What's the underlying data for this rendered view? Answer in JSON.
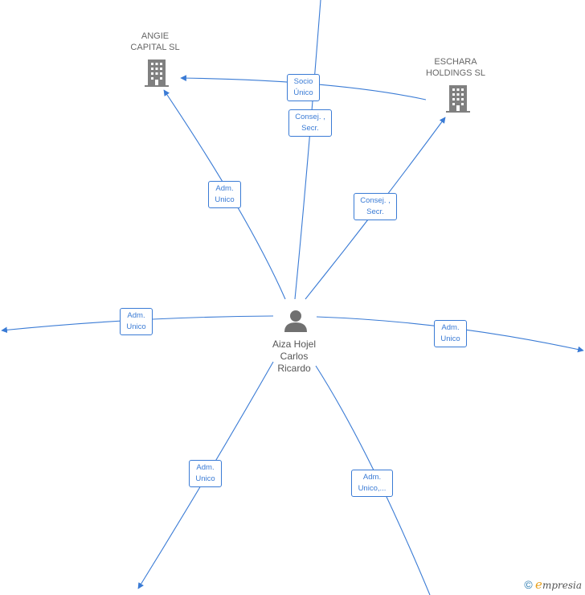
{
  "diagram": {
    "nodes": {
      "angie": {
        "lines": [
          "ANGIE",
          "CAPITAL  SL"
        ],
        "icon": "building-icon"
      },
      "eschara": {
        "lines": [
          "ESCHARA",
          "HOLDINGS  SL"
        ],
        "icon": "building-icon"
      },
      "person": {
        "lines": [
          "Aiza Hojel",
          "Carlos",
          "Ricardo"
        ],
        "icon": "person-icon"
      }
    },
    "edge_labels": {
      "socio_unico": [
        "Socio",
        "Único"
      ],
      "consej_top": [
        "Consej. ,",
        "Secr."
      ],
      "adm_angie": [
        "Adm.",
        "Unico"
      ],
      "consej_eschara": [
        "Consej. ,",
        "Secr."
      ],
      "adm_left": [
        "Adm.",
        "Unico"
      ],
      "adm_right": [
        "Adm.",
        "Unico"
      ],
      "adm_bottom_left": [
        "Adm.",
        "Unico"
      ],
      "adm_bottom_right": [
        "Adm.",
        "Unico,..."
      ]
    },
    "colors": {
      "edge": "#3a7bd5",
      "icon": "#808080"
    }
  },
  "watermark": {
    "symbol": "©",
    "brand_initial": "e",
    "brand_rest": "mpresia"
  }
}
